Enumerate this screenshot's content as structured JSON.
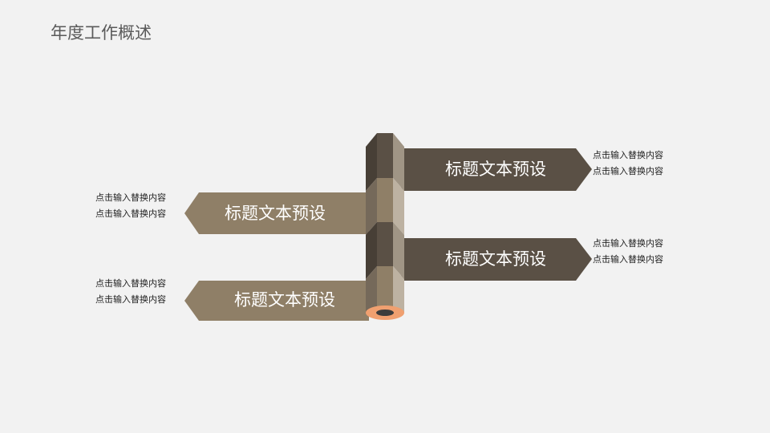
{
  "title": "年度工作概述",
  "colors": {
    "dark": "#5a5045",
    "light": "#8f7f67",
    "cap": "#f0a070"
  },
  "items": [
    {
      "label": "标题文本预设",
      "desc": [
        "点击输入替换内容",
        "点击输入替换内容"
      ]
    },
    {
      "label": "标题文本预设",
      "desc": [
        "点击输入替换内容",
        "点击输入替换内容"
      ]
    },
    {
      "label": "标题文本预设",
      "desc": [
        "点击输入替换内容",
        "点击输入替换内容"
      ]
    },
    {
      "label": "标题文本预设",
      "desc": [
        "点击输入替换内容",
        "点击输入替换内容"
      ]
    }
  ]
}
